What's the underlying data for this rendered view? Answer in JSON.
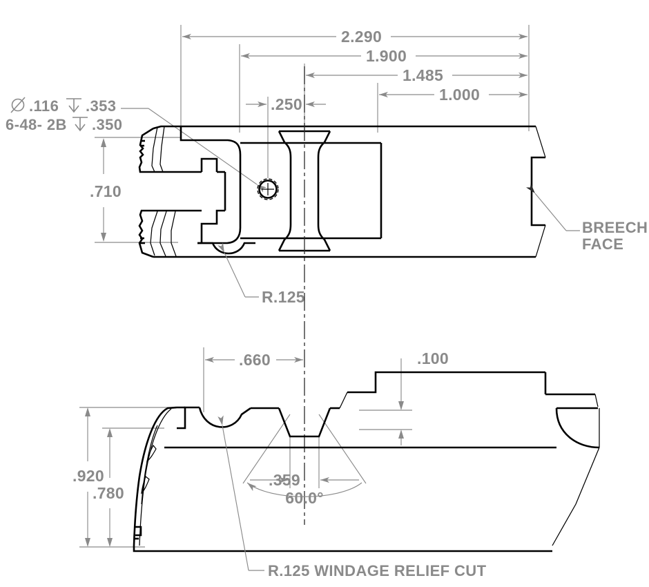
{
  "drawing": {
    "title": "Receiver Sight Base Machining Detail",
    "units": "inches",
    "line_colors": {
      "part": "#000000",
      "dimension": "#8a8a8a",
      "centerline": "#2a2a2a",
      "background": "#ffffff"
    }
  },
  "top_view": {
    "horizontal_dimensions": [
      {
        "value": "2.290",
        "name": "overall-length"
      },
      {
        "value": "1.900",
        "name": "front-screw-to-breech"
      },
      {
        "value": "1.485",
        "name": "windage-slot-to-breech"
      },
      {
        "value": "1.000",
        "name": "rear-step-to-breech"
      },
      {
        "value": ".250",
        "name": "hole-offset"
      }
    ],
    "vertical_dimensions": [
      {
        "value": ".710",
        "name": "receiver-width"
      }
    ],
    "callouts": [
      {
        "value": "BREECH FACE",
        "name": "breech-face-callout"
      },
      {
        "value": "R.125",
        "name": "radius-callout-top"
      }
    ],
    "hole_note": {
      "line1_diameter_symbol": "⌀",
      "line1_diameter": ".116",
      "line1_depth_symbol": "↧",
      "line1_depth": ".353",
      "line2_thread": "6-48- 2B",
      "line2_depth_symbol": "↧",
      "line2_depth": ".350"
    }
  },
  "bottom_view": {
    "horizontal_dimensions": [
      {
        "value": ".660",
        "name": "front-edge-to-centerline"
      },
      {
        "value": ".359",
        "name": "windage-cut-width"
      }
    ],
    "vertical_dimensions": [
      {
        "value": ".920",
        "name": "overall-height"
      },
      {
        "value": ".780",
        "name": "shoulder-height"
      },
      {
        "value": ".100",
        "name": "rear-step-height"
      }
    ],
    "angular_dimensions": [
      {
        "value": "60.0°",
        "name": "dovetail-included-angle"
      }
    ],
    "callouts": [
      {
        "value": "R.125 WINDAGE RELIEF CUT",
        "name": "windage-relief-cut-callout"
      }
    ]
  }
}
